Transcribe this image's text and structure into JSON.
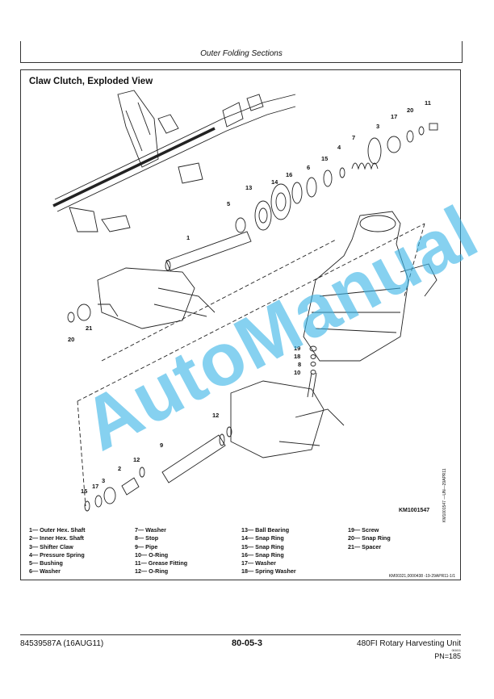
{
  "header": {
    "section_title": "Outer Folding Sections"
  },
  "figure": {
    "title": "Claw Clutch, Exploded View",
    "figure_id": "KM1001547",
    "side_reference": "KM1001547 —UN—29APR11",
    "callouts": [
      "1",
      "2",
      "3",
      "4",
      "5",
      "6",
      "7",
      "8",
      "9",
      "10",
      "11",
      "12",
      "13",
      "14",
      "15",
      "16",
      "17",
      "18",
      "19",
      "20",
      "21"
    ]
  },
  "legend": {
    "columns": [
      [
        "1— Outer Hex. Shaft",
        "2— Inner Hex. Shaft",
        "3— Shifter Claw",
        "4— Pressure Spring",
        "5— Bushing",
        "6— Washer"
      ],
      [
        "7— Washer",
        "8— Stop",
        "9— Pipe",
        "10— O-Ring",
        "11— Grease Fitting",
        "12— O-Ring"
      ],
      [
        "13— Ball Bearing",
        "14— Snap Ring",
        "15— Snap Ring",
        "16— Snap Ring",
        "17— Washer",
        "18— Spring Washer"
      ],
      [
        "19— Screw",
        "20— Snap Ring",
        "21— Spacer"
      ]
    ],
    "footnote": "KM00321,0000438 -19-29APR11-1/1"
  },
  "watermark": "AutoManual",
  "footer": {
    "doc_number": "84539587A (16AUG11)",
    "page_number": "80-05-3",
    "product": "480FI Rotary Harvesting Unit",
    "small_code": "061611",
    "pn": "PN=185"
  }
}
